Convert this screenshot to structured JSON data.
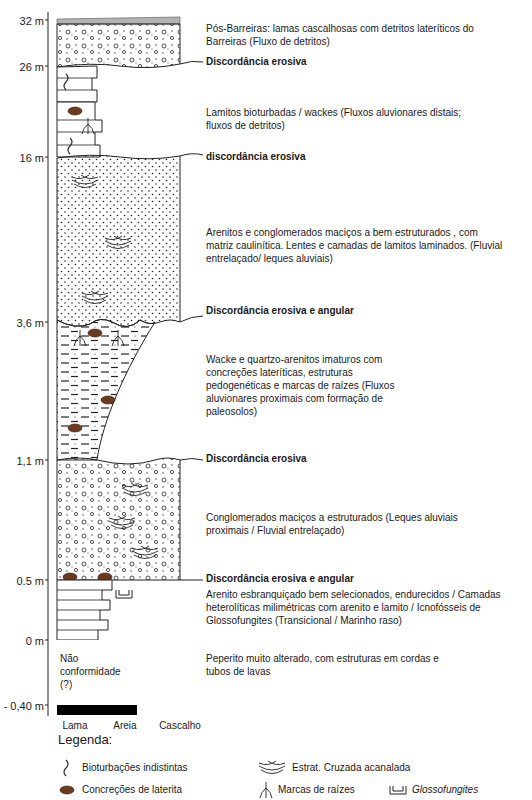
{
  "diagram": {
    "labels": [
      "32 m",
      "26 m",
      "16 m",
      "3,6 m",
      "1,1 m",
      "0.5 m",
      "0 m",
      "- 0,40 m",
      "Pós-Barreiras: lamas cascalhosas com detritos lateríticos do Barreiras (Fluxo de detritos)",
      "Discordância erosiva",
      "Lamitos bioturbadas / wackes (Fluxos aluvionares distais; fluxos de detritos)",
      "discordância erosiva",
      "Arenitos e conglomerados maciços a bem estruturados , com matriz caulinítica. Lentes e camadas de lamitos laminados. (Fluvial entrelaçado/ leques aluviais)",
      "Discordância erosiva e angular",
      "Wacke e quartzo-arenitos imaturos com concreções lateríticas, estruturas pedogenéticas e marcas de raízes (Fluxos aluvionares proximais com formação de paleosolos)",
      "Discordância erosiva",
      "Conglomerados maciços a estruturados (Leques aluviais proximais / Fluvial entrelaçado)",
      "Discordância erosiva e angular",
      "Arenito esbranquiçado bem selecionados, endurecidos / Camadas heterolíticas milimétricas com arenito e lamito / Icnofósseis de Glossofungites (Transicional / Marinho raso)",
      "Não conformidade (?)",
      "Peperito muito alterado, com estruturas em cordas e tubos de lavas",
      "Lama",
      "Areia",
      "Cascalho",
      "Legenda:"
    ],
    "legend": [
      {
        "text": "Bioturbações indistintas"
      },
      {
        "text": "Estrat. Cruzada acanalada"
      },
      {
        "text": "Concreções de laterita"
      },
      {
        "text": "Marcas de raízes"
      },
      {
        "text": "Glossofungites"
      }
    ]
  }
}
